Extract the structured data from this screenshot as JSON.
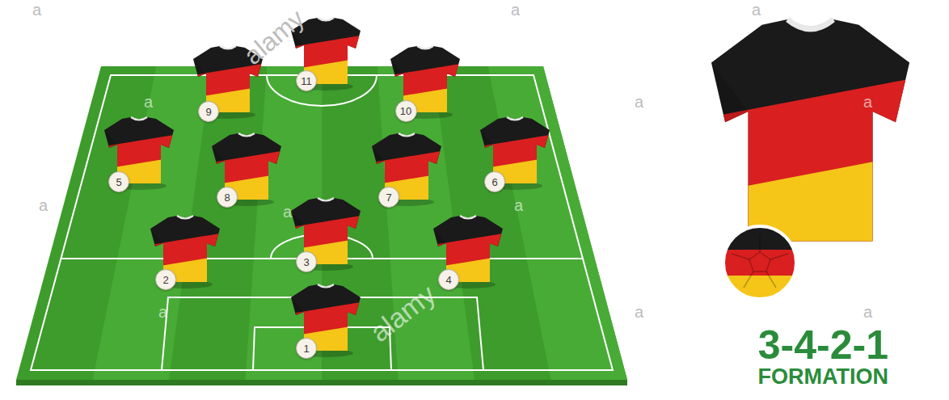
{
  "diagram": {
    "title": "3-4-2-1",
    "nodes": [
      {
        "text": [
          "11"
        ]
      },
      {
        "text": [
          "9"
        ]
      },
      {
        "text": [
          "10"
        ]
      },
      {
        "text": [
          "5"
        ]
      },
      {
        "text": [
          "8"
        ]
      },
      {
        "text": [
          "7"
        ]
      },
      {
        "text": [
          "6"
        ]
      },
      {
        "text": [
          "3"
        ]
      },
      {
        "text": [
          "2"
        ]
      },
      {
        "text": [
          "4"
        ]
      },
      {
        "text": [
          "1"
        ]
      }
    ],
    "labels": [
      "FORMATION",
      "alamy",
      "alamy",
      "a",
      "a",
      "a",
      "a",
      "a",
      "a",
      "a",
      "a",
      "a",
      "a",
      "a",
      "a"
    ]
  }
}
